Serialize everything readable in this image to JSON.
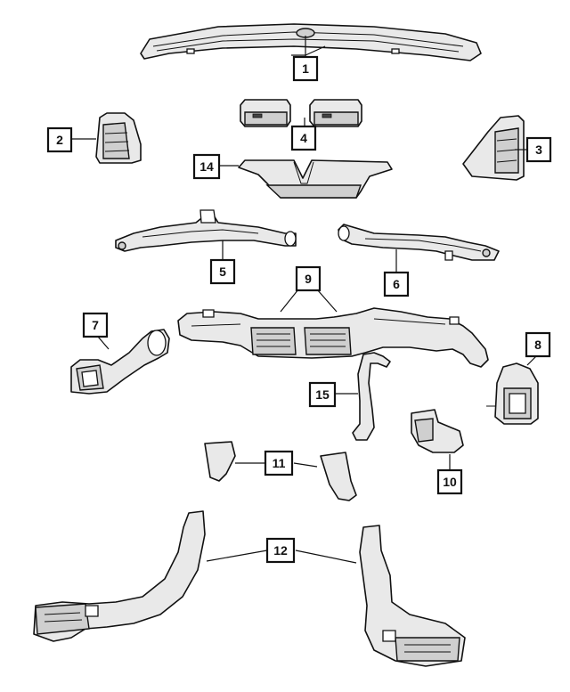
{
  "callouts": [
    {
      "id": "c1",
      "label": "1"
    },
    {
      "id": "c2",
      "label": "2"
    },
    {
      "id": "c3",
      "label": "3"
    },
    {
      "id": "c4",
      "label": "4"
    },
    {
      "id": "c5",
      "label": "5"
    },
    {
      "id": "c6",
      "label": "6"
    },
    {
      "id": "c7",
      "label": "7"
    },
    {
      "id": "c8",
      "label": "8"
    },
    {
      "id": "c9",
      "label": "9"
    },
    {
      "id": "c10",
      "label": "10"
    },
    {
      "id": "c11",
      "label": "11"
    },
    {
      "id": "c12",
      "label": "12"
    },
    {
      "id": "c14",
      "label": "14"
    },
    {
      "id": "c15",
      "label": "15"
    }
  ]
}
